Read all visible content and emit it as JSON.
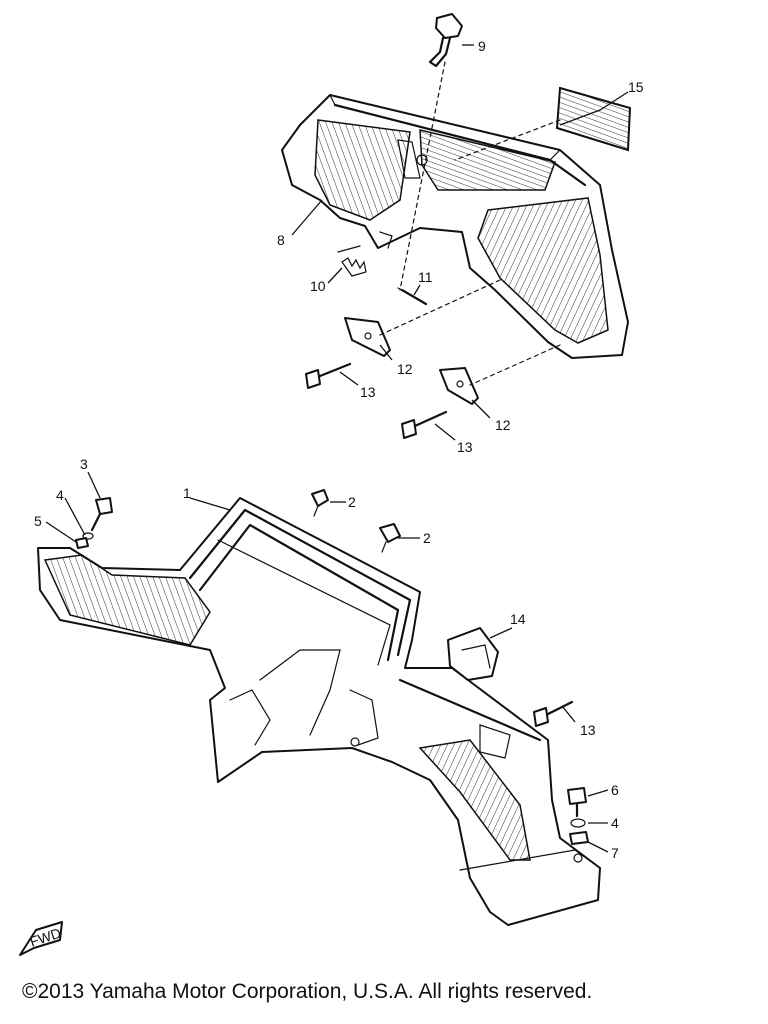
{
  "diagram": {
    "callouts": {
      "c1": "1",
      "c2a": "2",
      "c2b": "2",
      "c3": "3",
      "c4a": "4",
      "c4b": "4",
      "c5": "5",
      "c6": "6",
      "c7": "7",
      "c8": "8",
      "c9": "9",
      "c10": "10",
      "c11": "11",
      "c12a": "12",
      "c12b": "12",
      "c13a": "13",
      "c13b": "13",
      "c13c": "13",
      "c14": "14",
      "c15": "15"
    },
    "fwd_label": "FWD"
  },
  "footer": {
    "copyright": "©2013 Yamaha Motor Corporation, U.S.A. All rights reserved."
  }
}
